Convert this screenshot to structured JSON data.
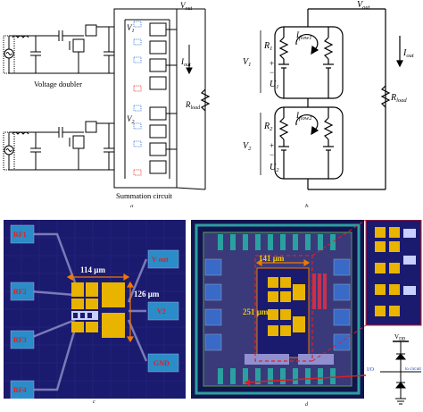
{
  "panel_a": {
    "vout": "V",
    "vout_sub": "out",
    "v1": "V",
    "v1_sub": "1",
    "v2": "V",
    "v2_sub": "2",
    "iout": "I",
    "iout_sub": "out",
    "rload": "R",
    "rload_sub": "load",
    "voltage_doubler": "Voltage doubler",
    "summation": "Summation circuit",
    "caption": "a"
  },
  "panel_b": {
    "vout": "V",
    "vout_sub": "out",
    "r1": "R",
    "r1_sub": "1",
    "u1": "U",
    "u1_sub": "1",
    "v1": "V",
    "v1_sub": "1",
    "iflow1": "I",
    "iflow1_sub": "flow1",
    "r2": "R",
    "r2_sub": "2",
    "u2": "U",
    "u2_sub": "2",
    "v2": "V",
    "v2_sub": "2",
    "iflow2": "I",
    "iflow2_sub": "flow2",
    "iout": "I",
    "iout_sub": "out",
    "rload": "R",
    "rload_sub": "load",
    "plus": "+",
    "minus": "−",
    "caption": "b"
  },
  "panel_c": {
    "pads_left": [
      "RF1",
      "RF2",
      "RF3",
      "RF4"
    ],
    "pad_vout": "V out",
    "pad_v2": "V2",
    "pad_gnd": "GND",
    "dim_width": "114 µm",
    "dim_height": "126 µm",
    "caption": "c"
  },
  "panel_d": {
    "dim_width": "141 µm",
    "dim_height": "251 µm",
    "vdd": "V",
    "vdd_sub": "DD",
    "io": "I/O",
    "to_circuit": "to circuit",
    "caption": "d"
  },
  "colors": {
    "chip_bg": "#1a1a6e",
    "pad": "#e8b400",
    "rf_pad": "#2a8cc8",
    "dim": "#f07800",
    "dashed_red": "#e02020"
  }
}
